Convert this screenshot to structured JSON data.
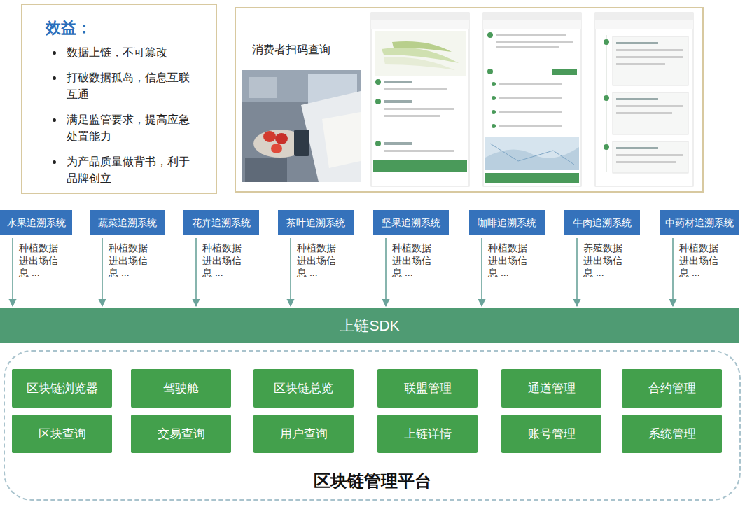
{
  "diagram": {
    "nodes": [
      {
        "text": [
          "效益：",
          "数据上链，不可篡改",
          "打破数据孤岛，信息互联互通",
          "满足监管要求，提高应急处置能力",
          "为产品质量做背书，利于品牌创立"
        ]
      },
      {
        "text": [
          "消费者扫码查询"
        ]
      },
      {
        "text": [
          "水果追溯系统"
        ]
      },
      {
        "text": [
          "蔬菜追溯系统"
        ]
      },
      {
        "text": [
          "花卉追溯系统"
        ]
      },
      {
        "text": [
          "茶叶追溯系统"
        ]
      },
      {
        "text": [
          "坚果追溯系统"
        ]
      },
      {
        "text": [
          "咖啡追溯系统"
        ]
      },
      {
        "text": [
          "牛肉追溯系统"
        ]
      },
      {
        "text": [
          "中药材追溯系统"
        ]
      },
      {
        "text": [
          "上链SDK"
        ]
      },
      {
        "text": [
          "区块链管理平台"
        ]
      },
      {
        "text": [
          "区块链浏览器"
        ],
        "in": 11
      },
      {
        "text": [
          "驾驶舱"
        ],
        "in": 11
      },
      {
        "text": [
          "区块链总览"
        ],
        "in": 11
      },
      {
        "text": [
          "联盟管理"
        ],
        "in": 11
      },
      {
        "text": [
          "通道管理"
        ],
        "in": 11
      },
      {
        "text": [
          "合约管理"
        ],
        "in": 11
      },
      {
        "text": [
          "区块查询"
        ],
        "in": 11
      },
      {
        "text": [
          "交易查询"
        ],
        "in": 11
      },
      {
        "text": [
          "用户查询"
        ],
        "in": 11
      },
      {
        "text": [
          "上链详情"
        ],
        "in": 11
      },
      {
        "text": [
          "账号管理"
        ],
        "in": 11
      },
      {
        "text": [
          "系统管理"
        ],
        "in": 11
      }
    ],
    "edges": [
      {
        "from": 2,
        "to": 10,
        "arrow": "to",
        "label": "种植数据 进出场信息 ..."
      },
      {
        "from": 3,
        "to": 10,
        "arrow": "to",
        "label": "种植数据 进出场信息 ..."
      },
      {
        "from": 4,
        "to": 10,
        "arrow": "to",
        "label": "种植数据 进出场信息 ..."
      },
      {
        "from": 5,
        "to": 10,
        "arrow": "to",
        "label": "种植数据 进出场信息 ..."
      },
      {
        "from": 6,
        "to": 10,
        "arrow": "to",
        "label": "种植数据 进出场信息 ..."
      },
      {
        "from": 7,
        "to": 10,
        "arrow": "to",
        "label": "种植数据 进出场信息 ..."
      },
      {
        "from": 8,
        "to": 10,
        "arrow": "to",
        "label": "养殖数据 进出场信息 ..."
      },
      {
        "from": 9,
        "to": 10,
        "arrow": "to",
        "label": "种植数据 进出场信息 ..."
      }
    ]
  }
}
